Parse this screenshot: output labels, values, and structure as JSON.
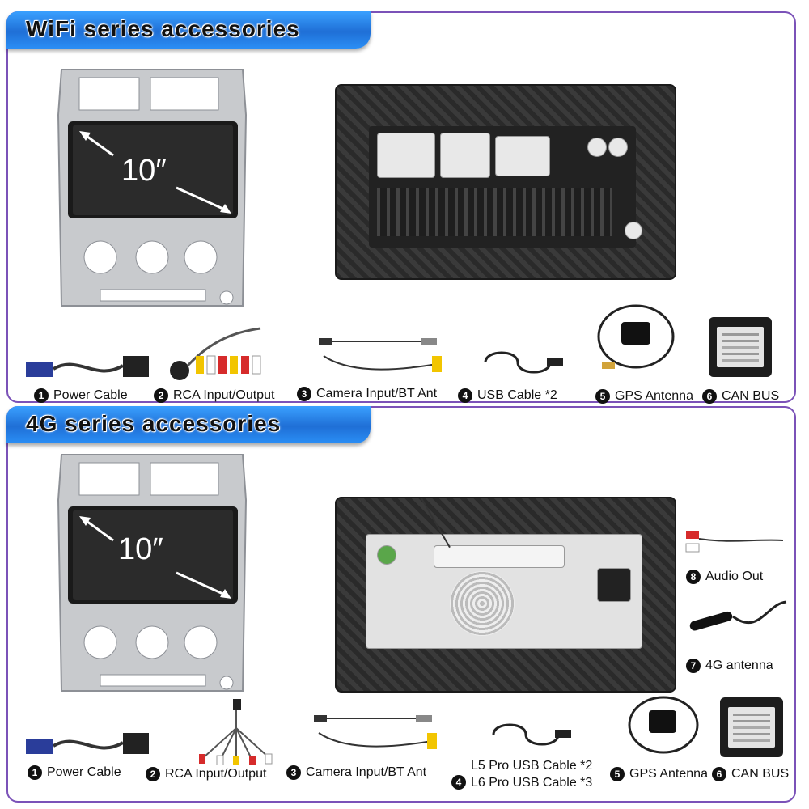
{
  "wifi": {
    "title": "WiFi series accessories",
    "screen_size": "10″",
    "accessories": [
      {
        "num": "1",
        "label": "Power Cable"
      },
      {
        "num": "2",
        "label": "RCA Input/Output"
      },
      {
        "num": "3",
        "label": "Camera Input/BT Ant"
      },
      {
        "num": "4",
        "label": "USB Cable *2"
      },
      {
        "num": "5",
        "label": "GPS Antenna"
      },
      {
        "num": "6",
        "label": "CAN BUS"
      }
    ]
  },
  "g4": {
    "title": "4G series accessories",
    "screen_size": "10″",
    "accessories": [
      {
        "num": "1",
        "label": "Power Cable"
      },
      {
        "num": "2",
        "label": "RCA Input/Output"
      },
      {
        "num": "3",
        "label": "Camera Input/BT Ant"
      },
      {
        "num": "4",
        "label_line1": "L5 Pro USB Cable *2",
        "label_line2": "L6 Pro USB Cable *3"
      },
      {
        "num": "5",
        "label": "GPS Antenna"
      },
      {
        "num": "6",
        "label": "CAN BUS"
      },
      {
        "num": "7",
        "label": "4G antenna"
      },
      {
        "num": "8",
        "label": "Audio Out"
      }
    ]
  },
  "colors": {
    "accent_border": "#7b52b8",
    "banner_blue": "#1f6fd6",
    "frame_silver": "#c8cacd"
  }
}
